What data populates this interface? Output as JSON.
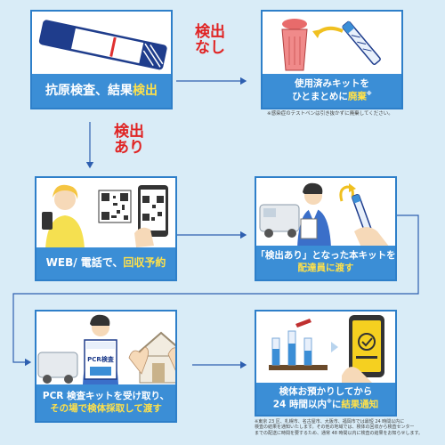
{
  "colors": {
    "background": "#d9ecf7",
    "caption_bg": "#3b8ed6",
    "highlight": "#ffe14a",
    "badge": "#e02424",
    "arrow": "#2e5fb0"
  },
  "labels": {
    "not_detected_top": "検出",
    "not_detected_bottom": "なし",
    "detected_top": "検出",
    "detected_bottom": "あり"
  },
  "steps": {
    "test": {
      "line1_pre": "抗原検査、結果",
      "line1_hl": "検出",
      "icon": "test-strip-icon"
    },
    "dispose": {
      "line1": "使用済みキットを",
      "line2_pre": "ひとまとめに",
      "line2_hl": "廃棄",
      "line2_mark": "※",
      "note": "※感染症のテストペンは引き抜かずに廃棄してください。",
      "icon": "trash-bin-icon"
    },
    "reserve": {
      "line1_pre": "WEB/ 電話で、",
      "line1_hl": "回収予約",
      "icon": "qr-code-icon"
    },
    "handover": {
      "line1": "「検出あり」となった本キットを",
      "line2_hl": "配達員に渡す",
      "icon": "delivery-person-icon"
    },
    "pcr": {
      "line1": "PCR 検査キットを受け取り、",
      "line2_hl": "その場で検体採取して渡す",
      "icon": "pcr-kit-icon",
      "kit_label": "PCR検査"
    },
    "result": {
      "line1": "検体お預かりしてから",
      "line2_pre": "24 時間以内",
      "line2_mark": "※",
      "line2_mid": "に",
      "line2_hl": "結果通知",
      "note_line1": "※東京 23 区、札幌市、名古屋市、大阪市、福岡市では最短 24 時間以内に",
      "note_line2": "検査の結果を通知いたします。その他の地域では、検体の回収から検査センター",
      "note_line3": "までの配送に時間を要するため、通常 48 時間以内に検査の結果をお知らせします。",
      "icon": "smartphone-check-icon"
    }
  }
}
